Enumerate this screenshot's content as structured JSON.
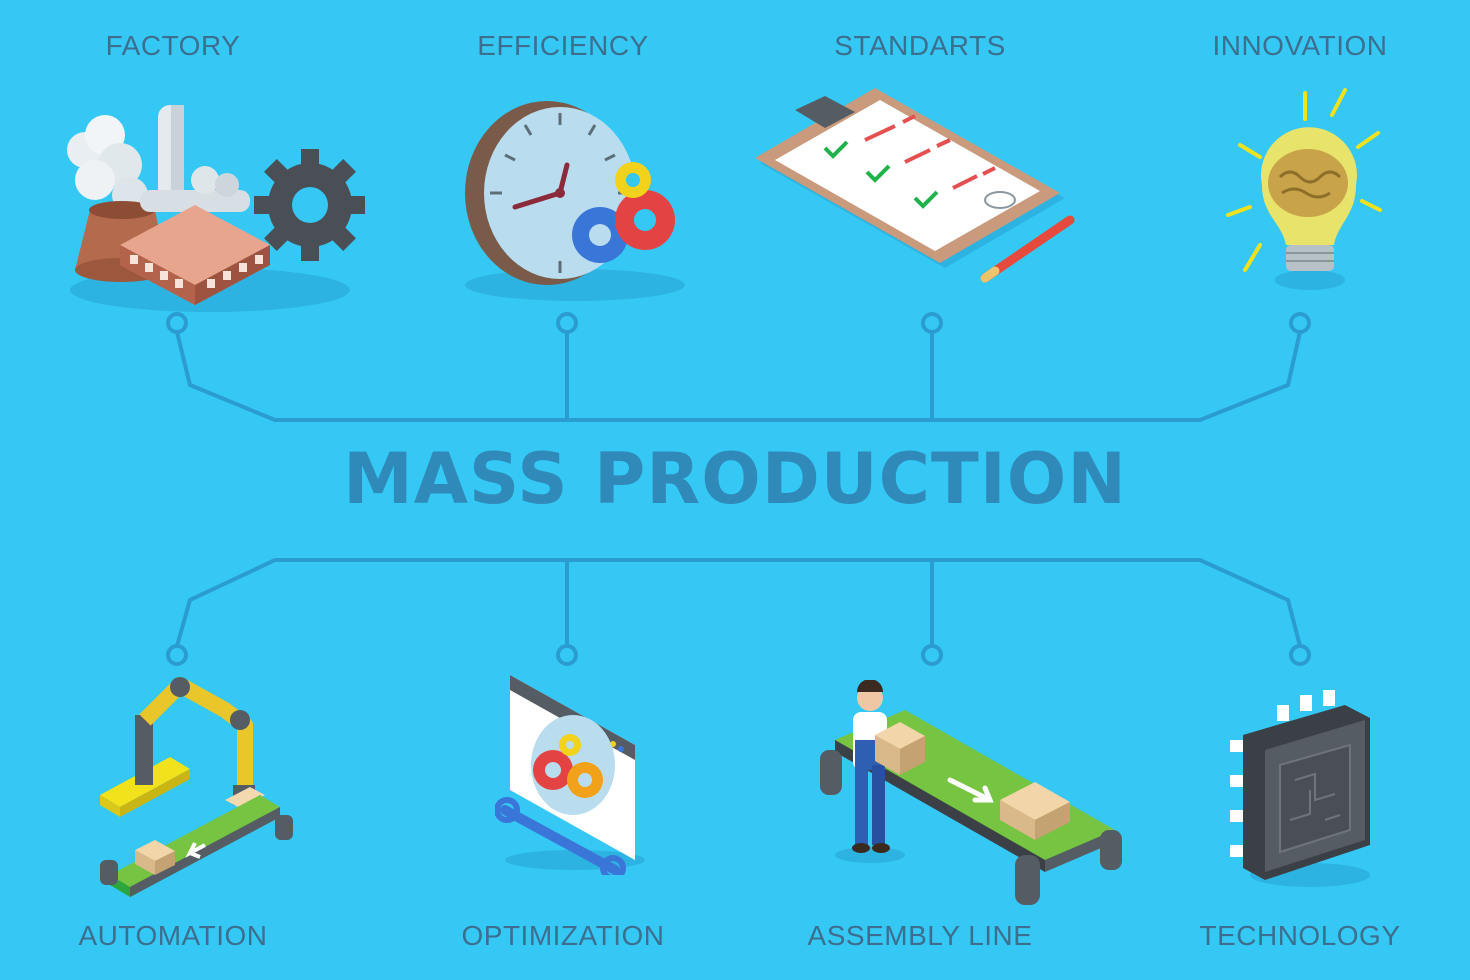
{
  "title": "MASS PRODUCTION",
  "top_nodes": [
    {
      "label": "FACTORY",
      "icon": "factory-icon"
    },
    {
      "label": "EFFICIENCY",
      "icon": "clock-gears-icon"
    },
    {
      "label": "STANDARTS",
      "icon": "clipboard-checklist-icon"
    },
    {
      "label": "INNOVATION",
      "icon": "lightbulb-brain-icon"
    }
  ],
  "bottom_nodes": [
    {
      "label": "AUTOMATION",
      "icon": "robot-arm-conveyor-icon"
    },
    {
      "label": "OPTIMIZATION",
      "icon": "browser-gears-wrench-icon"
    },
    {
      "label": "ASSEMBLY LINE",
      "icon": "worker-conveyor-icon"
    },
    {
      "label": "TECHNOLOGY",
      "icon": "microchip-icon"
    }
  ],
  "colors": {
    "background": "#35c8f5",
    "connector": "#2a9ccf",
    "label": "#3c6f8f",
    "title": "#2f8ab9"
  }
}
